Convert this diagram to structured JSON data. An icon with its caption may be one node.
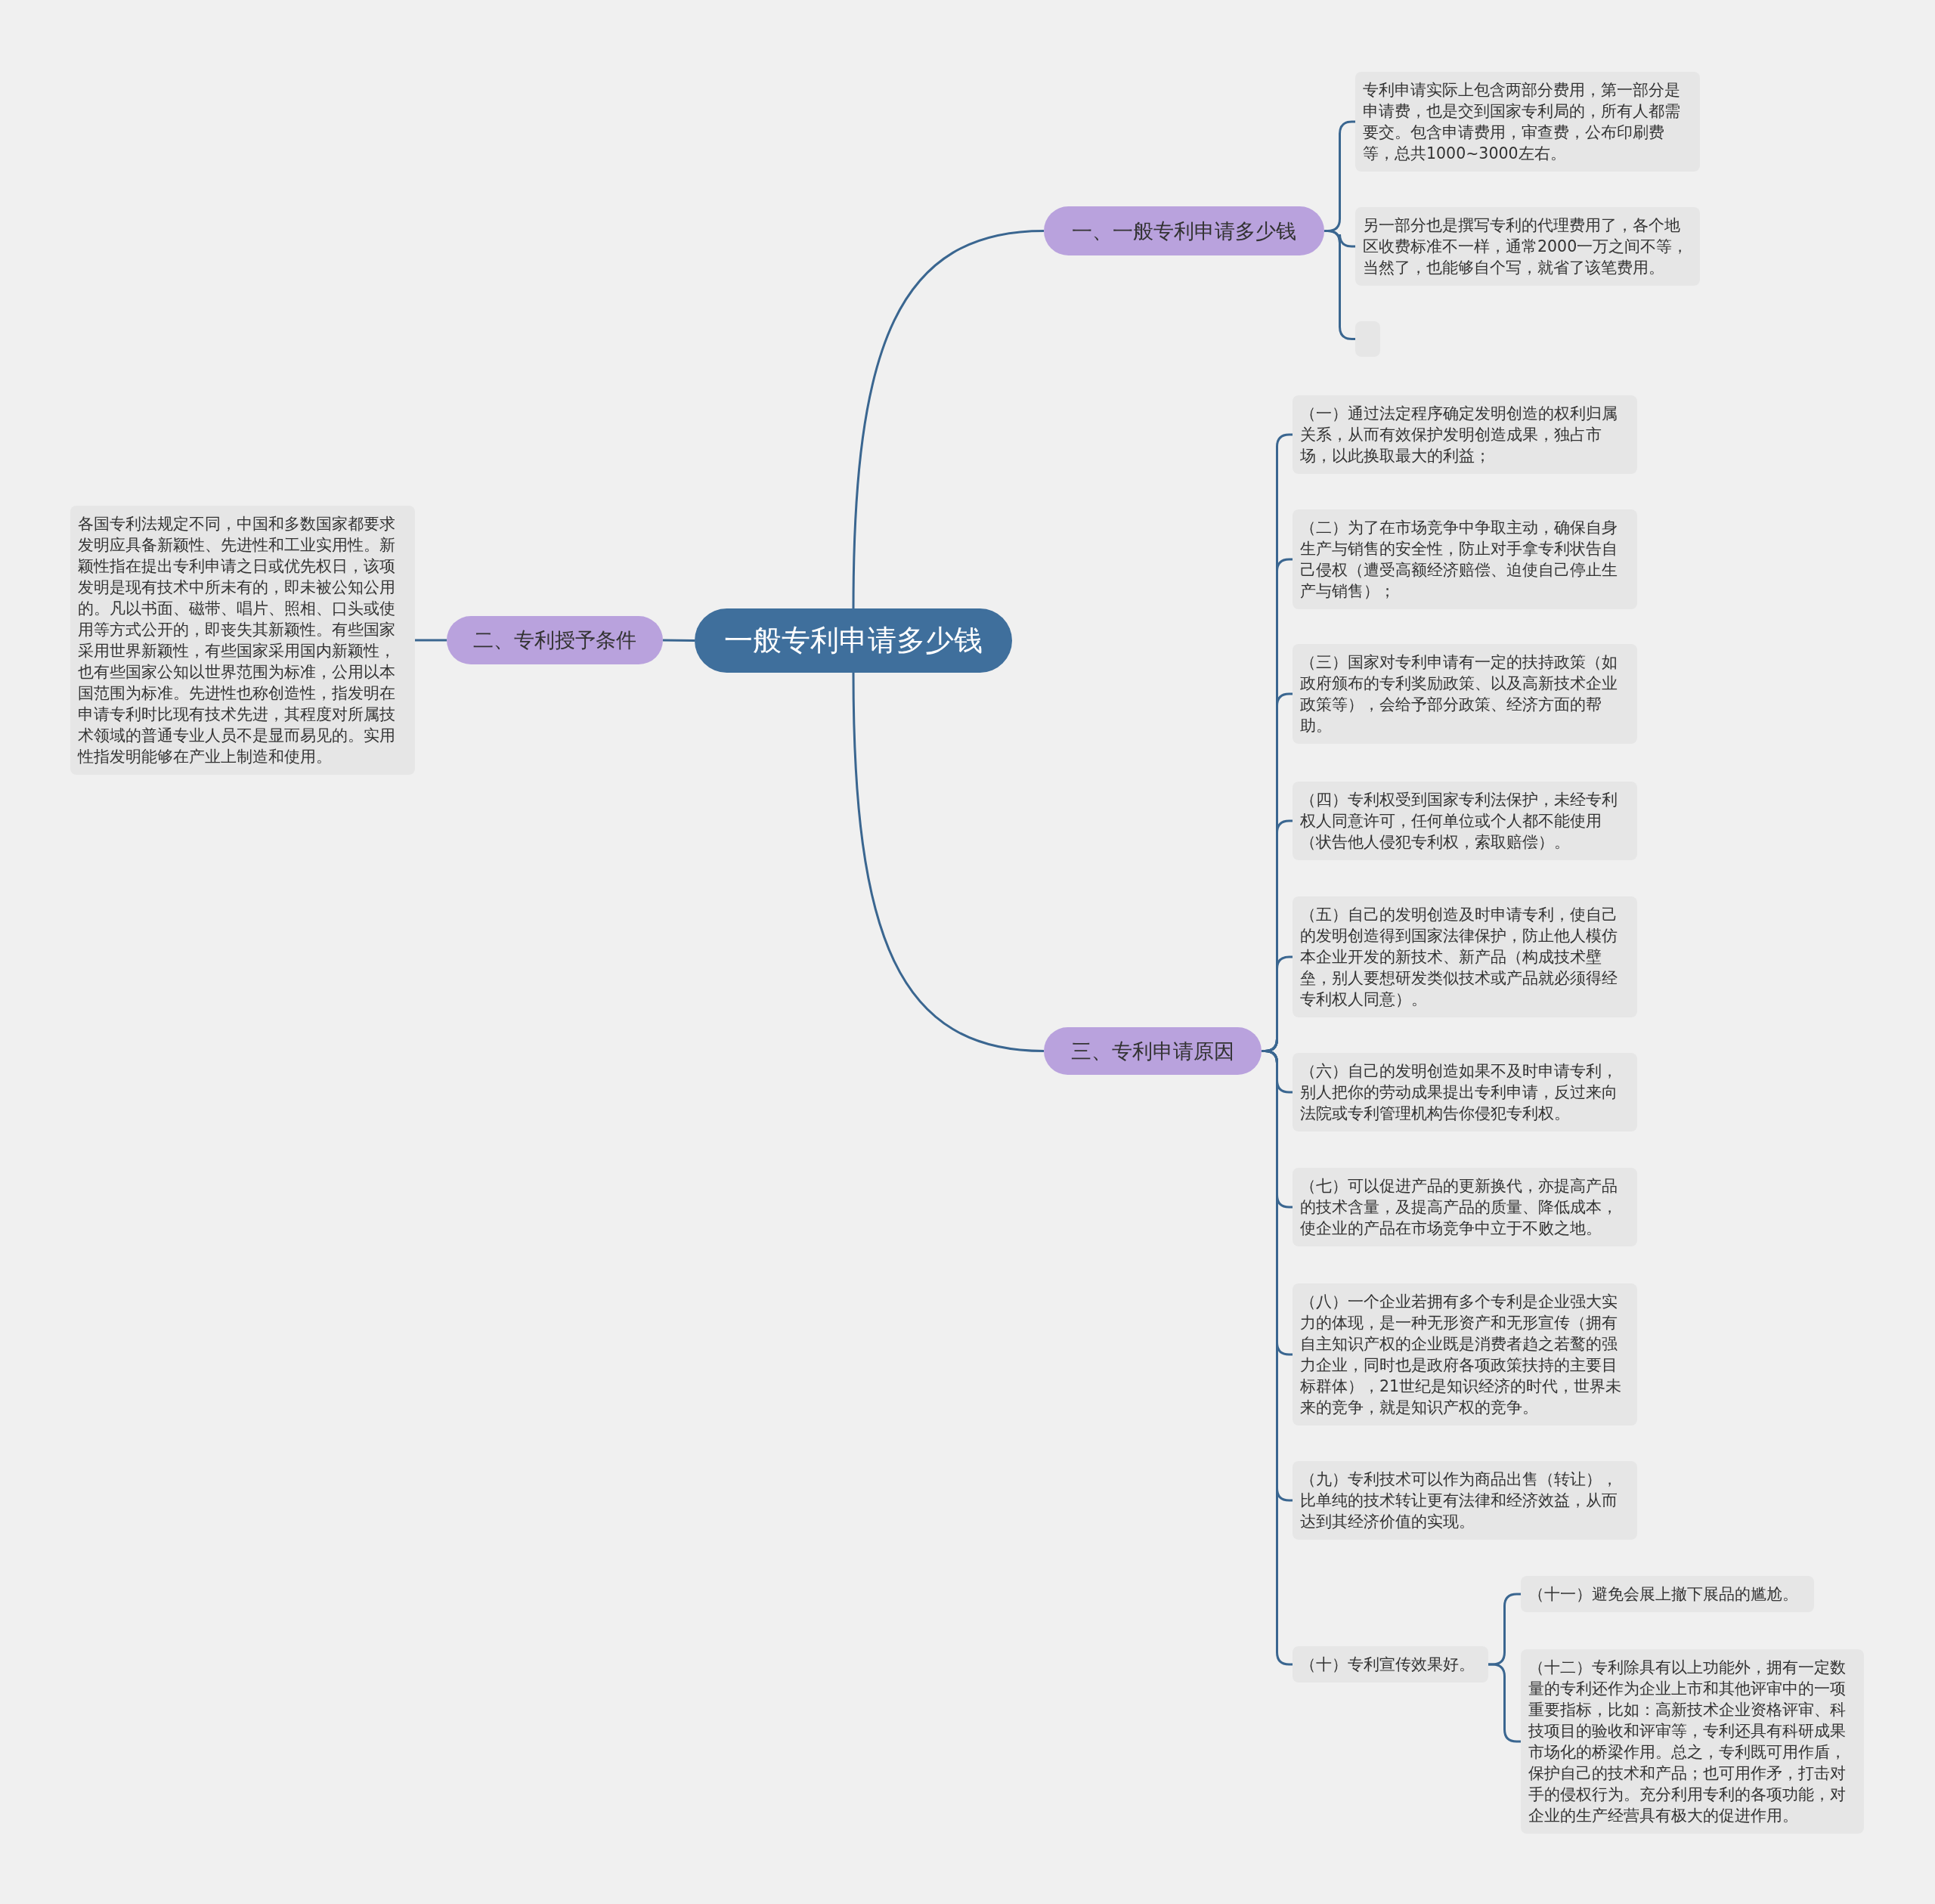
{
  "diagram": {
    "nodes": [
      {
        "text": [
          "一般专利申请多少钱"
        ]
      },
      {
        "text": [
          "一、一般专利申请多少钱"
        ]
      },
      {
        "text": [
          "专利申请实际上包含两部分费用，第一部分是申请费，也是交到国家专利局的，所有人都需要交。包含申请费用，审查费，公布印刷费等，总共1000~3000左右。"
        ]
      },
      {
        "text": [
          "另一部分也是撰写专利的代理费用了，各个地区收费标准不一样，通常2000一万之间不等，当然了，也能够自个写，就省了该笔费用。"
        ]
      },
      {
        "text": [],
        "shape": "box"
      },
      {
        "text": [
          "二、专利授予条件"
        ]
      },
      {
        "text": [
          "各国专利法规定不同，中国和多数国家都要求发明应具备新颖性、先进性和工业实用性。新颖性指在提出专利申请之日或优先权日，该项发明是现有技术中所未有的，即未被公知公用的。凡以书面、磁带、唱片、照相、口头或使用等方式公开的，即丧失其新颖性。有些国家采用世界新颖性，有些国家采用国内新颖性，也有些国家公知以世界范围为标准，公用以本国范围为标准。先进性也称创造性，指发明在申请专利时比现有技术先进，其程度对所属技术领域的普通专业人员不是显而易见的。实用性指发明能够在产业上制造和使用。"
        ]
      },
      {
        "text": [
          "三、专利申请原因"
        ]
      },
      {
        "text": [
          "（一）通过法定程序确定发明创造的权利归属关系，从而有效保护发明创造成果，独占市场，以此换取最大的利益；"
        ]
      },
      {
        "text": [
          "（二）为了在市场竞争中争取主动，确保自身生产与销售的安全性，防止对手拿专利状告自己侵权（遭受高额经济赔偿、迫使自己停止生产与销售）；"
        ]
      },
      {
        "text": [
          "（三）国家对专利申请有一定的扶持政策（如政府颁布的专利奖励政策、以及高新技术企业政策等），会给予部分政策、经济方面的帮助。"
        ]
      },
      {
        "text": [
          "（四）专利权受到国家专利法保护，未经专利权人同意许可，任何单位或个人都不能使用（状告他人侵犯专利权，索取赔偿）。"
        ]
      },
      {
        "text": [
          "（五）自己的发明创造及时申请专利，使自己的发明创造得到国家法律保护，防止他人模仿本企业开发的新技术、新产品（构成技术壁垒，别人要想研发类似技术或产品就必须得经专利权人同意）。"
        ]
      },
      {
        "text": [
          "（六）自己的发明创造如果不及时申请专利，别人把你的劳动成果提出专利申请，反过来向法院或专利管理机构告你侵犯专利权。"
        ]
      },
      {
        "text": [
          "（七）可以促进产品的更新换代，亦提高产品的技术含量，及提高产品的质量、降低成本，使企业的产品在市场竞争中立于不败之地。"
        ]
      },
      {
        "text": [
          "（八）一个企业若拥有多个专利是企业强大实力的体现，是一种无形资产和无形宣传（拥有自主知识产权的企业既是消费者趋之若鹜的强力企业，同时也是政府各项政策扶持的主要目标群体），21世纪是知识经济的时代，世界未来的竞争，就是知识产权的竞争。"
        ]
      },
      {
        "text": [
          "（九）专利技术可以作为商品出售（转让），比单纯的技术转让更有法律和经济效益，从而达到其经济价值的实现。"
        ]
      },
      {
        "text": [
          "（十）专利宣传效果好。"
        ]
      },
      {
        "text": [
          "（十一）避免会展上撤下展品的尴尬。"
        ]
      },
      {
        "text": [
          "（十二）专利除具有以上功能外，拥有一定数量的专利还作为企业上市和其他评审中的一项重要指标，比如：高新技术企业资格评审、科技项目的验收和评审等，专利还具有科研成果市场化的桥梁作用。总之，专利既可用作盾，保护自己的技术和产品；也可用作矛，打击对手的侵权行为。充分利用专利的各项功能，对企业的生产经营具有极大的促进作用。"
        ]
      }
    ],
    "edges": [
      {
        "from": 0,
        "to": 1,
        "arrow": "none"
      },
      {
        "from": 1,
        "to": 2,
        "arrow": "none"
      },
      {
        "from": 1,
        "to": 3,
        "arrow": "none"
      },
      {
        "from": 1,
        "to": 4,
        "arrow": "none"
      },
      {
        "from": 0,
        "to": 5,
        "arrow": "none"
      },
      {
        "from": 5,
        "to": 6,
        "arrow": "none"
      },
      {
        "from": 0,
        "to": 7,
        "arrow": "none"
      },
      {
        "from": 7,
        "to": 8,
        "arrow": "none"
      },
      {
        "from": 7,
        "to": 9,
        "arrow": "none"
      },
      {
        "from": 7,
        "to": 10,
        "arrow": "none"
      },
      {
        "from": 7,
        "to": 11,
        "arrow": "none"
      },
      {
        "from": 7,
        "to": 12,
        "arrow": "none"
      },
      {
        "from": 7,
        "to": 13,
        "arrow": "none"
      },
      {
        "from": 7,
        "to": 14,
        "arrow": "none"
      },
      {
        "from": 7,
        "to": 15,
        "arrow": "none"
      },
      {
        "from": 7,
        "to": 16,
        "arrow": "none"
      },
      {
        "from": 7,
        "to": 17,
        "arrow": "none"
      },
      {
        "from": 17,
        "to": 18,
        "arrow": "none"
      },
      {
        "from": 17,
        "to": 19,
        "arrow": "none"
      }
    ]
  }
}
